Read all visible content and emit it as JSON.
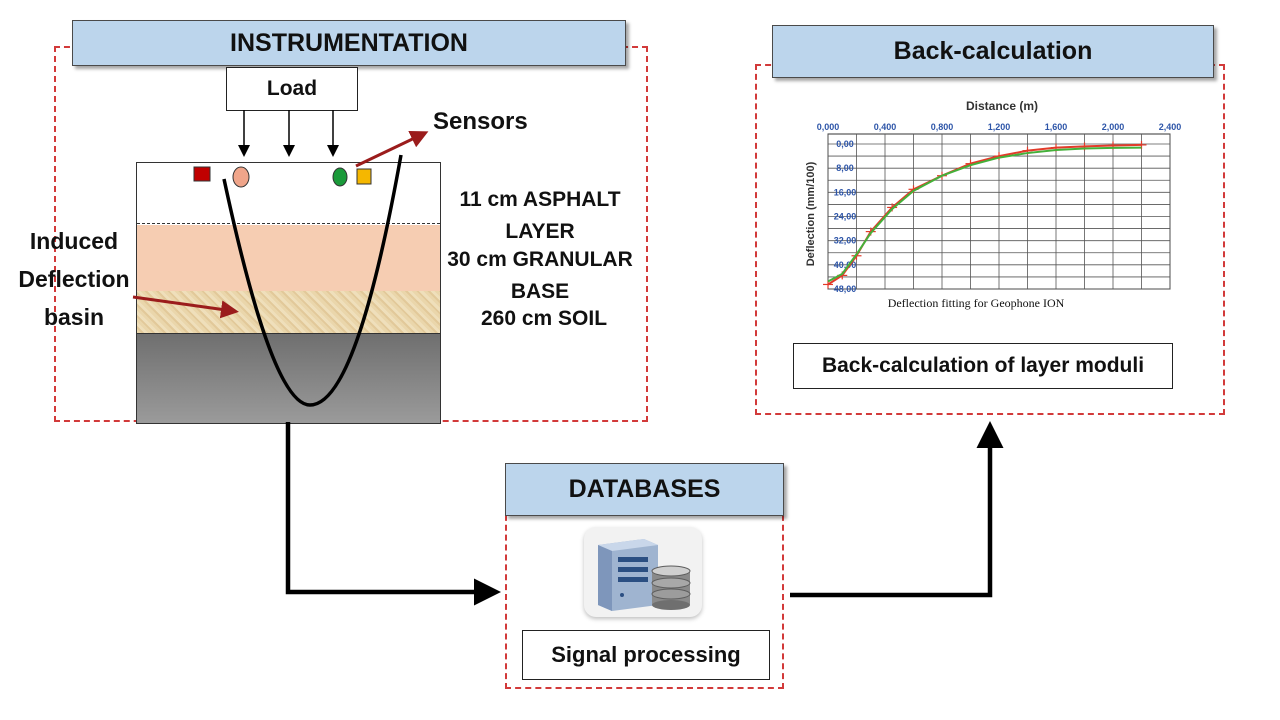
{
  "instrumentation": {
    "title": "INSTRUMENTATION",
    "load_label": "Load",
    "sensors_label": "Sensors",
    "basin_label_lines": [
      "Induced",
      "Deflection",
      "basin"
    ],
    "layer_labels": [
      "11 cm ASPHALT",
      "LAYER",
      "30 cm GRANULAR",
      "BASE",
      "260 cm SOIL"
    ]
  },
  "databases": {
    "title": "DATABASES",
    "caption": "Signal processing",
    "icon": "server-database-icon"
  },
  "back_calculation": {
    "title": "Back-calculation",
    "caption": "Back-calculation of layer moduli"
  },
  "colors": {
    "header_fill": "#bcd5ec",
    "frame_dash": "#d23a3a",
    "arrow_red": "#9b1c1c",
    "asphalt": "#ffffff",
    "granular": "#f6cdb2",
    "soil_sand": "#e8d3a7",
    "subgrade": "#7a7a7a",
    "fit_red": "#e23b2a",
    "fit_green": "#44b03a"
  },
  "chart_data": {
    "type": "line",
    "title": "Distance (m)",
    "xlabel": "Distance (m)",
    "ylabel": "Deflection (mm/100)",
    "caption": "Deflection fitting for Geophone ION",
    "xlim": [
      0,
      2.4
    ],
    "ylim": [
      0,
      48
    ],
    "y_inverted": true,
    "x_tick_labels": [
      "0,000",
      "0,400",
      "0,800",
      "1,200",
      "1,600",
      "2,000",
      "2,400"
    ],
    "y_tick_labels": [
      "0,00",
      "8,00",
      "16,00",
      "24,00",
      "32,00",
      "40,00",
      "48,00"
    ],
    "grid": true,
    "series": [
      {
        "color": "#e23b2a",
        "x": [
          0.0,
          0.1,
          0.2,
          0.3,
          0.45,
          0.6,
          0.8,
          1.0,
          1.2,
          1.4,
          1.6,
          1.8,
          2.0,
          2.2
        ],
        "y": [
          46.5,
          43.5,
          37,
          29,
          21,
          15,
          10.5,
          6.5,
          4,
          2.2,
          1.2,
          0.8,
          0.5,
          0.3
        ]
      },
      {
        "color": "#44b03a",
        "x": [
          0.0,
          0.1,
          0.2,
          0.3,
          0.45,
          0.6,
          0.8,
          1.0,
          1.2,
          1.4,
          1.6,
          1.8,
          2.0,
          2.2
        ],
        "y": [
          45.5,
          43,
          36.5,
          29.5,
          21.5,
          15.5,
          10.5,
          7,
          4.5,
          3,
          2,
          1.5,
          1.3,
          1.2
        ]
      }
    ]
  }
}
